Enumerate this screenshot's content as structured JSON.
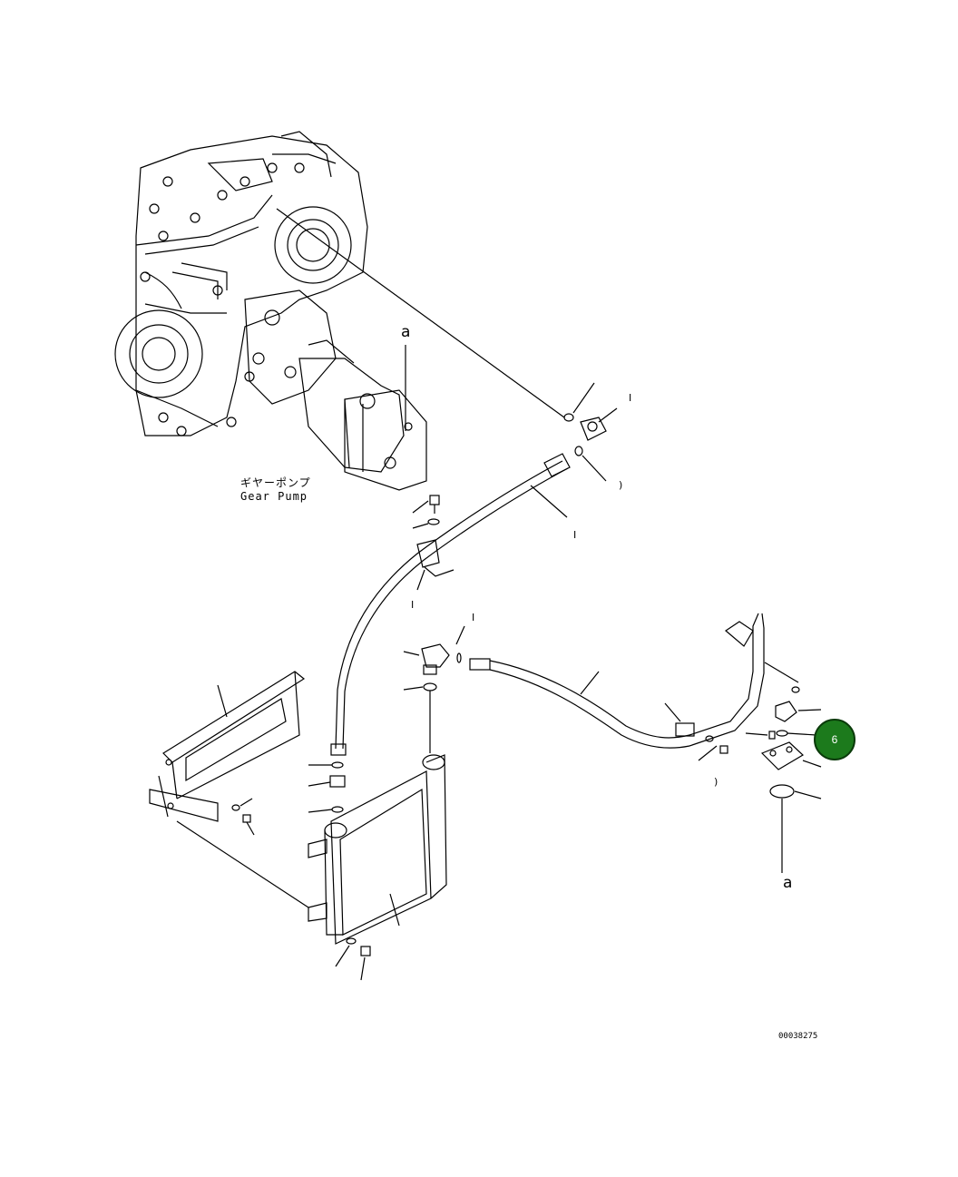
{
  "labels": {
    "gear_pump_jp": "ギヤーポンプ",
    "gear_pump_en": "Gear Pump",
    "ref_a_top": "a",
    "ref_a_bottom": "a",
    "drawing_number": "00038275"
  },
  "hotspot": {
    "number": "6",
    "color": "#1c7a1c"
  },
  "callouts": [
    "I",
    ")",
    "I",
    "I",
    "I",
    ")"
  ]
}
